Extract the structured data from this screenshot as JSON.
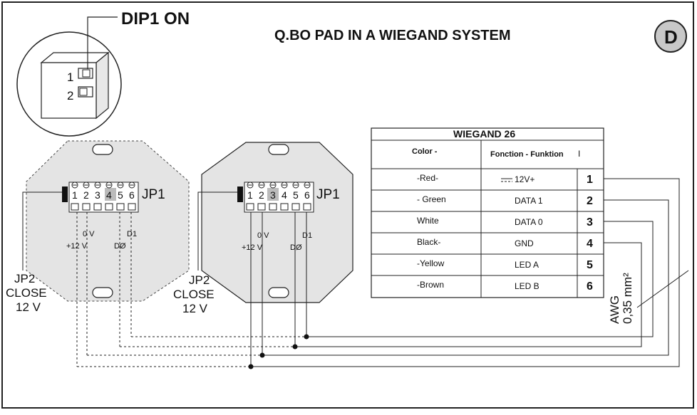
{
  "title": "Q.BO PAD IN A WIEGAND SYSTEM",
  "badge": "D",
  "dip": {
    "label": "DIP1 ON",
    "switch1": "1",
    "switch2": "2"
  },
  "pads": [
    {
      "connector_label": "JP1",
      "terminals": [
        "1",
        "2",
        "3",
        "4",
        "5",
        "6"
      ],
      "signals": [
        "+12 V",
        "0 V",
        "DØ",
        "D1"
      ],
      "jumper_lines": [
        "JP2",
        "CLOSE",
        "12 V"
      ]
    },
    {
      "connector_label": "JP1",
      "terminals": [
        "1",
        "2",
        "3",
        "4",
        "5",
        "6"
      ],
      "signals": [
        "+12 V",
        "0 V",
        "DØ",
        "D1"
      ],
      "jumper_lines": [
        "JP2",
        "CLOSE",
        "12 V"
      ]
    }
  ],
  "wiegand": {
    "title": "WIEGAND 26",
    "col_color": "Color -",
    "col_function": "Fonction - Funktion",
    "col_function_mark": "I",
    "rows": [
      {
        "color": "-Red-",
        "function": "12V+",
        "pin": "1"
      },
      {
        "color": "- Green",
        "function": "DATA 1",
        "pin": "2"
      },
      {
        "color": "White",
        "function": "DATA 0",
        "pin": "3"
      },
      {
        "color": "Black-",
        "function": "GND",
        "pin": "4"
      },
      {
        "color": "-Yellow",
        "function": "LED A",
        "pin": "5"
      },
      {
        "color": "-Brown",
        "function": "LED B",
        "pin": "6"
      }
    ],
    "dc_symbol": "dc-symbol"
  },
  "cable": {
    "line1": "AWG",
    "line2": "0,35 mm²"
  }
}
